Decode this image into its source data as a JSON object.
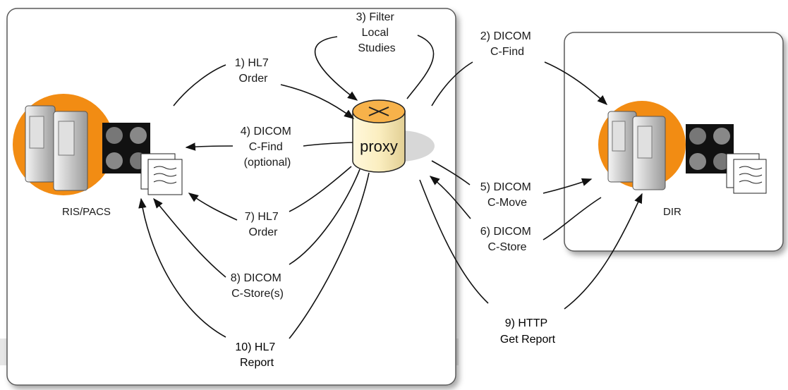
{
  "colors": {
    "orange_disc": "#f28c13",
    "panel_border": "#5a5a5a",
    "panel_fill": "#ffffff",
    "server_gray": "#d6d6d6",
    "proxy_fill": "#fbeec0"
  },
  "nodes": {
    "ris_pacs": {
      "label": "RIS/PACS",
      "icon": "server-pair-icon"
    },
    "proxy": {
      "label": "proxy",
      "icon": "router-cylinder-icon"
    },
    "dir": {
      "label": "DIR",
      "icon": "server-pair-icon"
    }
  },
  "steps": [
    {
      "id": "s1",
      "lines": [
        "1) HL7",
        "Order"
      ]
    },
    {
      "id": "s2",
      "lines": [
        "2) DICOM",
        "C-Find"
      ]
    },
    {
      "id": "s3",
      "lines": [
        "3) Filter",
        "Local",
        "Studies"
      ]
    },
    {
      "id": "s4",
      "lines": [
        "4) DICOM",
        "C-Find",
        "(optional)"
      ]
    },
    {
      "id": "s5",
      "lines": [
        "5) DICOM",
        "C-Move"
      ]
    },
    {
      "id": "s6",
      "lines": [
        "6) DICOM",
        "C-Store"
      ]
    },
    {
      "id": "s7",
      "lines": [
        "7) HL7",
        "Order"
      ]
    },
    {
      "id": "s8",
      "lines": [
        "8) DICOM",
        "C-Store(s)"
      ]
    },
    {
      "id": "s9",
      "lines": [
        "9) HTTP",
        "Get Report"
      ]
    },
    {
      "id": "s10",
      "lines": [
        "10) HL7",
        "Report"
      ]
    }
  ]
}
